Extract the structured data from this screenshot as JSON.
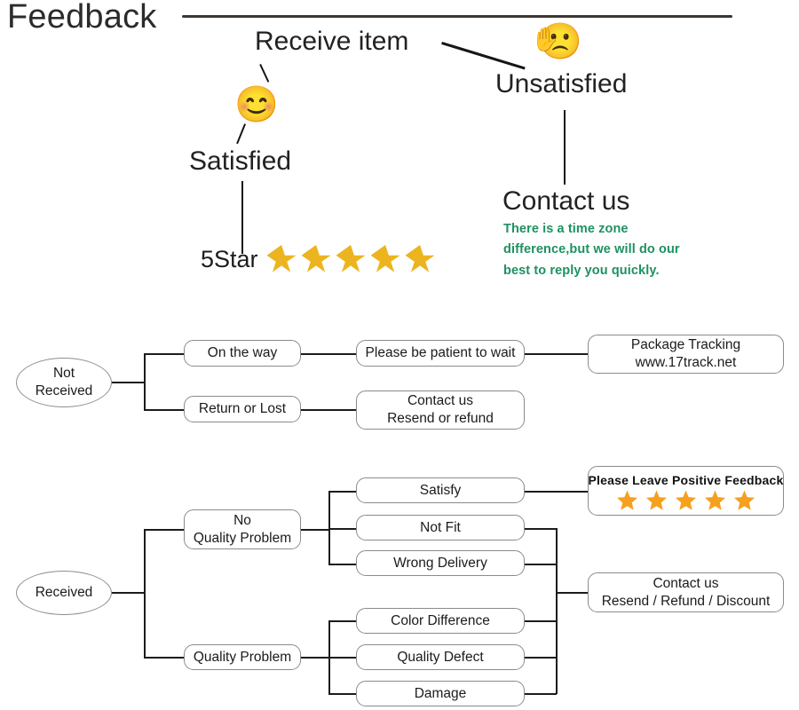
{
  "header": {
    "title": "Feedback"
  },
  "top_flow": {
    "receive_item_label": "Receive item",
    "satisfied_label": "Satisfied",
    "unsatisfied_label": "Unsatisfied",
    "satisfied_emoji": "smiling-face-emoji",
    "satisfied_emoji_glyph": "😊",
    "unsatisfied_emoji": "frowning-face-with-raised-hand-emoji",
    "unsatisfied_emoji_glyph": "🙁",
    "unsatisfied_hand_glyph": "✋",
    "five_star_label": "5Star",
    "five_star_count": 5,
    "contact_us_label": "Contact us",
    "contact_us_note": "There is a time zone difference,but we will do our best to reply you quickly."
  },
  "not_received_flow": {
    "root": "Not\nReceived",
    "root_line1": "Not",
    "root_line2": "Received",
    "branches": [
      {
        "label": "On the way",
        "next": "Please be patient to wait",
        "final_line1": "Package Tracking",
        "final_line2": "www.17track.net"
      },
      {
        "label": "Return or Lost",
        "next_line1": "Contact us",
        "next_line2": "Resend or refund"
      }
    ]
  },
  "received_flow": {
    "root": "Received",
    "no_quality_problem_line1": "No",
    "no_quality_problem_line2": "Quality Problem",
    "quality_problem": "Quality Problem",
    "no_quality_items": [
      "Satisfy",
      "Not Fit",
      "Wrong Delivery"
    ],
    "quality_items": [
      "Color Difference",
      "Quality Defect",
      "Damage"
    ],
    "feedback_box": {
      "text": "Please Leave Positive Feedback",
      "star_count": 5
    },
    "contact_box_line1": "Contact us",
    "contact_box_line2": "Resend / Refund / Discount"
  },
  "colors": {
    "star_gold": "#ecb51f",
    "star_orange": "#f5a01e",
    "note_green": "#1e9161",
    "line": "#1c1c1c",
    "box_border": "#8b8b8b",
    "title": "#2b2b2b"
  }
}
